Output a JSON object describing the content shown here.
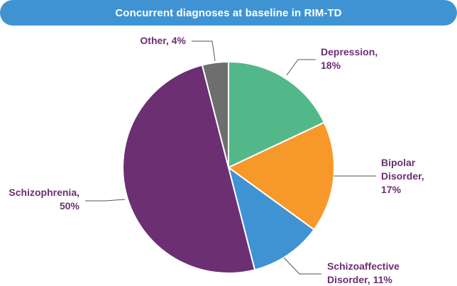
{
  "chart_data": {
    "type": "pie",
    "title": "Concurrent diagnoses at baseline in RIM-TD",
    "slices": [
      {
        "category": "Depression",
        "value": 18,
        "color": "#52b88a",
        "label_lines": [
          "Depression,",
          "18%"
        ]
      },
      {
        "category": "Bipolar Disorder",
        "value": 17,
        "color": "#f7982a",
        "label_lines": [
          "Bipolar",
          "Disorder,",
          "17%"
        ]
      },
      {
        "category": "Schizoaffective Disorder",
        "value": 11,
        "color": "#3f93d3",
        "label_lines": [
          "Schizoaffective",
          "Disorder, 11%"
        ]
      },
      {
        "category": "Schizophrenia",
        "value": 50,
        "color": "#6b2f72",
        "label_lines": [
          "Schizophrenia,",
          "50%"
        ]
      },
      {
        "category": "Other",
        "value": 4,
        "color": "#6e6e6e",
        "label_lines": [
          "Other, 4%"
        ]
      }
    ],
    "label_color": "#6b2f72",
    "title_bar_color": "#3f93d3"
  }
}
